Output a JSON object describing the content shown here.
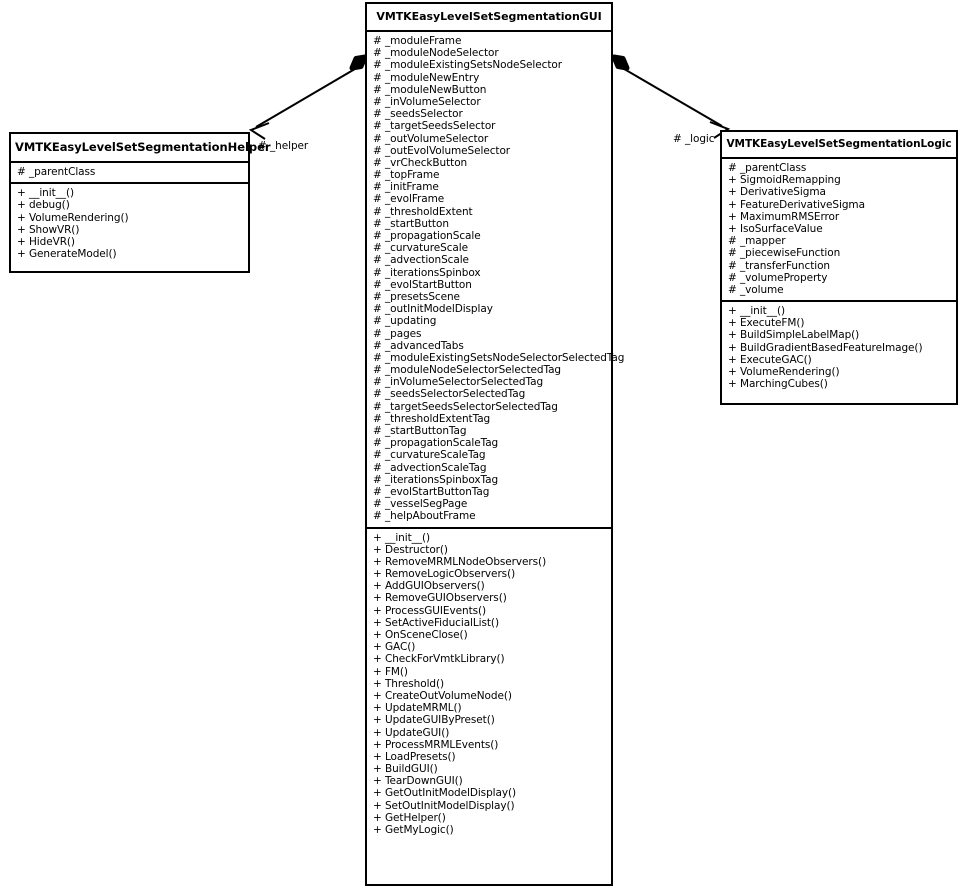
{
  "diagram": {
    "type": "uml-class-diagram",
    "background_color": "#ffffff",
    "line_color": "#000000"
  },
  "classes": {
    "gui": {
      "name": "VMTKEasyLevelSetSegmentationGUI",
      "attributes": [
        "# _moduleFrame",
        "# _moduleNodeSelector",
        "# _moduleExistingSetsNodeSelector",
        "# _moduleNewEntry",
        "# _moduleNewButton",
        "# _inVolumeSelector",
        "# _seedsSelector",
        "# _targetSeedsSelector",
        "# _outVolumeSelector",
        "# _outEvolVolumeSelector",
        "# _vrCheckButton",
        "# _topFrame",
        "# _initFrame",
        "# _evolFrame",
        "# _thresholdExtent",
        "# _startButton",
        "# _propagationScale",
        "# _curvatureScale",
        "# _advectionScale",
        "# _iterationsSpinbox",
        "# _evolStartButton",
        "# _presetsScene",
        "# _outInitModelDisplay",
        "# _updating",
        "# _pages",
        "# _advancedTabs",
        "# _moduleExistingSetsNodeSelectorSelectedTag",
        "# _moduleNodeSelectorSelectedTag",
        "# _inVolumeSelectorSelectedTag",
        "# _seedsSelectorSelectedTag",
        "# _targetSeedsSelectorSelectedTag",
        "# _thresholdExtentTag",
        "# _startButtonTag",
        "# _propagationScaleTag",
        "# _curvatureScaleTag",
        "# _advectionScaleTag",
        "# _iterationsSpinboxTag",
        "# _evolStartButtonTag",
        "# _vesselSegPage",
        "# _helpAboutFrame"
      ],
      "methods": [
        "+ __init__()",
        "+ Destructor()",
        "+ RemoveMRMLNodeObservers()",
        "+ RemoveLogicObservers()",
        "+ AddGUIObservers()",
        "+ RemoveGUIObservers()",
        "+ ProcessGUIEvents()",
        "+ SetActiveFiducialList()",
        "+ OnSceneClose()",
        "+ GAC()",
        "+ CheckForVmtkLibrary()",
        "+ FM()",
        "+ Threshold()",
        "+ CreateOutVolumeNode()",
        "+ UpdateMRML()",
        "+ UpdateGUIByPreset()",
        "+ UpdateGUI()",
        "+ ProcessMRMLEvents()",
        "+ LoadPresets()",
        "+ BuildGUI()",
        "+ TearDownGUI()",
        "+ GetOutInitModelDisplay()",
        "+ SetOutInitModelDisplay()",
        "+ GetHelper()",
        "+ GetMyLogic()"
      ]
    },
    "helper": {
      "name": "VMTKEasyLevelSetSegmentationHelper",
      "attributes": [
        "# _parentClass"
      ],
      "methods": [
        "+ __init__()",
        "+ debug()",
        "+ VolumeRendering()",
        "+ ShowVR()",
        "+ HideVR()",
        "+ GenerateModel()"
      ]
    },
    "logic": {
      "name": "VMTKEasyLevelSetSegmentationLogic",
      "attributes": [
        "# _parentClass",
        "+ SigmoidRemapping",
        "+ DerivativeSigma",
        "+ FeatureDerivativeSigma",
        "+ MaximumRMSError",
        "+ IsoSurfaceValue",
        "# _mapper",
        "# _piecewiseFunction",
        "# _transferFunction",
        "# _volumeProperty",
        "# _volume"
      ],
      "methods": [
        "+ __init__()",
        "+ ExecuteFM()",
        "+ BuildSimpleLabelMap()",
        "+ BuildGradientBasedFeatureImage()",
        "+ ExecuteGAC()",
        "+ VolumeRendering()",
        "+ MarchingCubes()"
      ]
    }
  },
  "relations": {
    "helper_edge_label": "# _helper",
    "logic_edge_label": "# _logic"
  }
}
